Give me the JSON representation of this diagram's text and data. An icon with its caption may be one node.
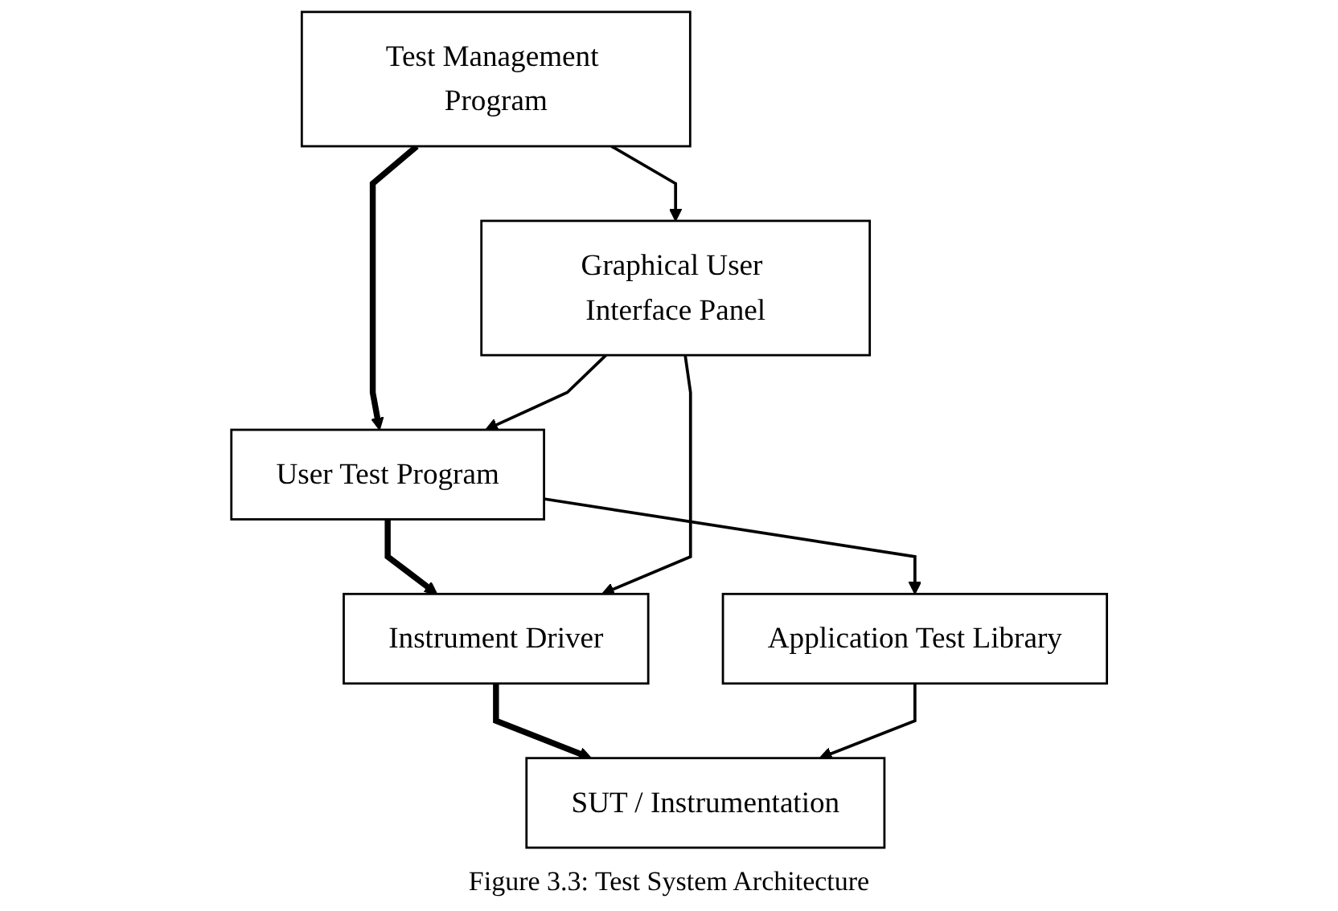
{
  "diagram": {
    "caption": "Figure 3.3: Test System Architecture",
    "nodes": [
      {
        "text": [
          "Test Management Program"
        ]
      },
      {
        "text": [
          "User Test Program"
        ]
      },
      {
        "text": [
          "Instrument Driver"
        ]
      },
      {
        "text": [
          "SUT / Instrumentation"
        ]
      },
      {
        "text": [
          "Graphical User Interface Panel"
        ]
      },
      {
        "text": [
          "Application Test Library"
        ]
      }
    ],
    "edges": [
      {
        "from": 0,
        "to": 1,
        "arrow": "to",
        "style": "thick"
      },
      {
        "from": 1,
        "to": 2,
        "arrow": "to",
        "style": "thick"
      },
      {
        "from": 2,
        "to": 3,
        "arrow": "to",
        "style": "thick"
      },
      {
        "from": 0,
        "to": 4,
        "arrow": "to"
      },
      {
        "from": 4,
        "to": 1,
        "arrow": "to"
      },
      {
        "from": 4,
        "to": 2,
        "arrow": "to"
      },
      {
        "from": 1,
        "to": 5,
        "arrow": "to"
      },
      {
        "from": 5,
        "to": 3,
        "arrow": "to"
      }
    ]
  }
}
